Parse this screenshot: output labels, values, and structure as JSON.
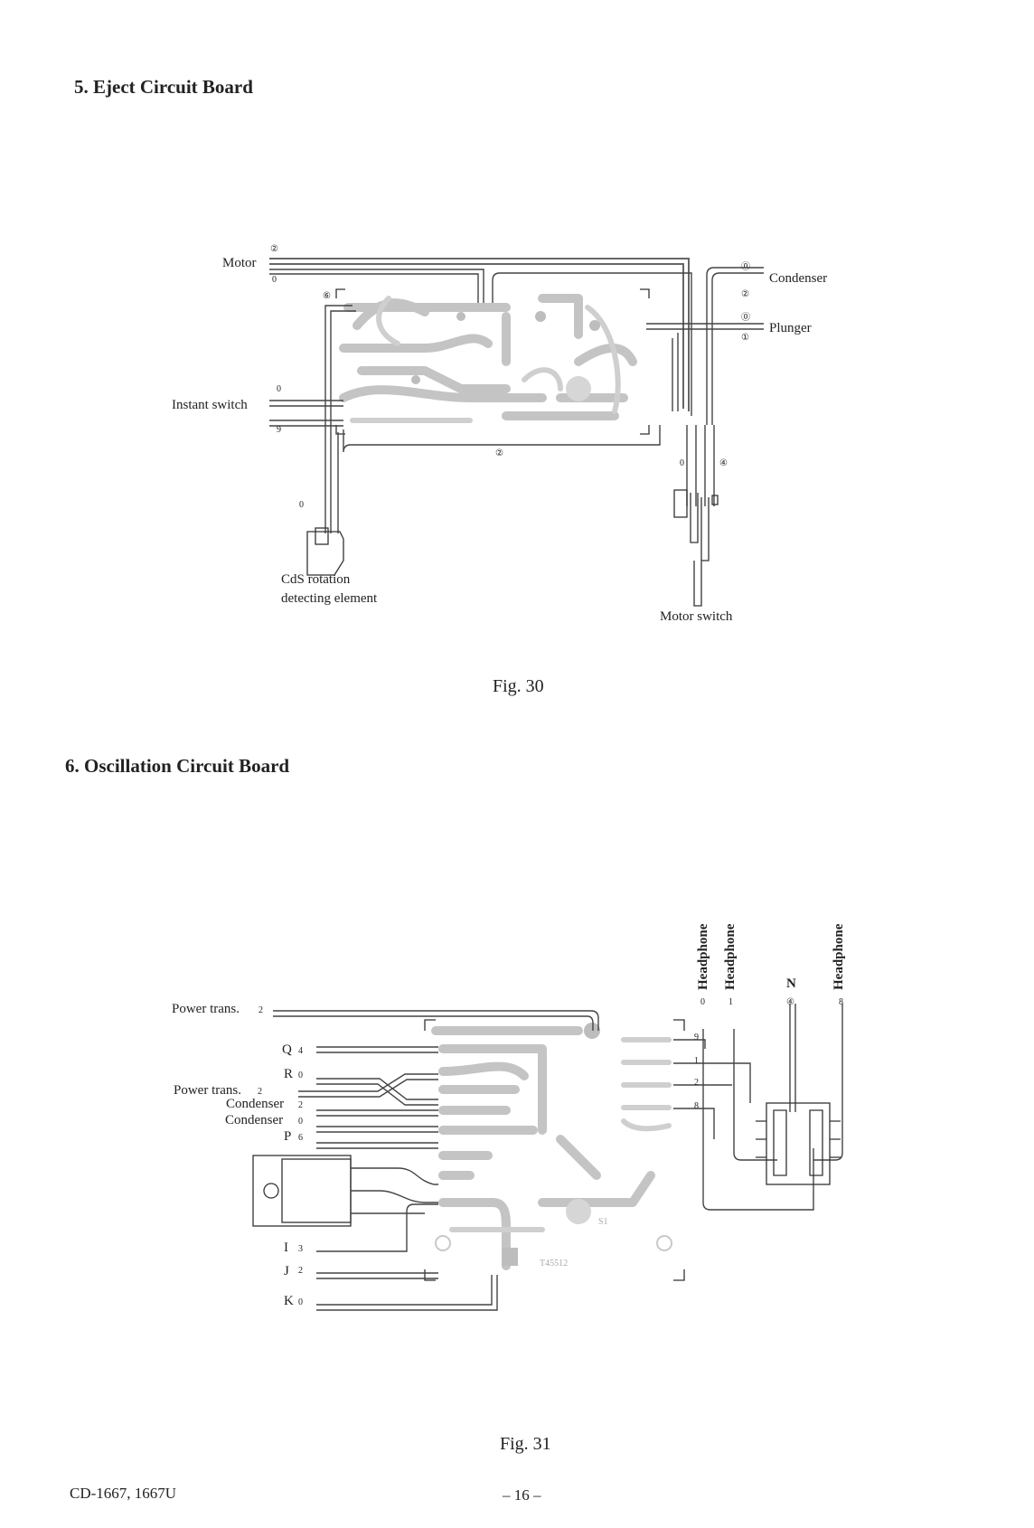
{
  "section5": {
    "heading": "5.  Eject Circuit Board",
    "labels": {
      "motor": "Motor",
      "instant_switch": "Instant switch",
      "condenser": "Condenser",
      "plunger": "Plunger",
      "cds_line1": "CdS rotation",
      "cds_line2": "detecting element",
      "motor_switch": "Motor switch"
    },
    "pins": {
      "motor_2": "②",
      "motor_0": "0",
      "p6": "⑥",
      "sw_0": "0",
      "sw_9": "9",
      "cond_0": "⓪",
      "cond_2": "②",
      "plunger_0": "⓪",
      "plunger_1": "①",
      "mid_2": "②",
      "ms_0": "0",
      "ms_4": "④",
      "cds_0": "0"
    },
    "caption": "Fig. 30"
  },
  "section6": {
    "heading": "6.  Oscillation Circuit Board",
    "labels": {
      "power_trans_top": "Power trans.",
      "q": "Q",
      "r": "R",
      "power_trans_mid": "Power trans.",
      "condenser_a": "Condenser",
      "condenser_b": "Condenser",
      "p": "P",
      "i": "I",
      "j": "J",
      "k": "K",
      "headphone_1": "Headphone",
      "headphone_2": "Headphone",
      "n": "N",
      "headphone_3": "Headphone"
    },
    "pins": {
      "pt_top": "2",
      "q": "4",
      "r": "0",
      "pt_mid": "2",
      "cond_a": "2",
      "cond_b": "0",
      "p": "6",
      "i": "3",
      "j": "2",
      "k": "0",
      "hp1": "0",
      "hp2": "1",
      "n": "④",
      "hp3": "8",
      "c9": "9",
      "c1": "1",
      "c2": "2",
      "c8": "8"
    },
    "board_mark": "T45512",
    "board_logo": "S1",
    "caption": "Fig. 31"
  },
  "footer": {
    "model": "CD-1667, 1667U",
    "page": "– 16 –"
  }
}
